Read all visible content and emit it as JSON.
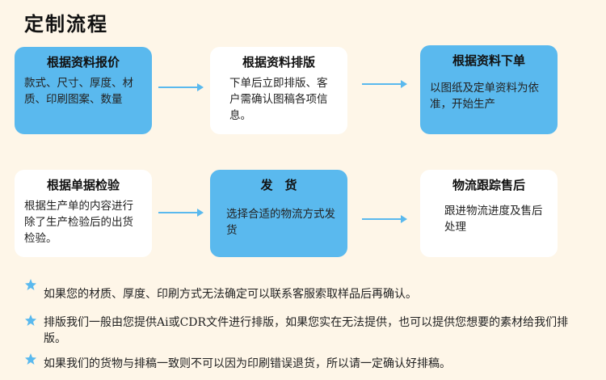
{
  "title": "定制流程",
  "steps": [
    {
      "heading": "根据资料报价",
      "body": "款式、尺寸、厚度、材质、印刷图案、数量"
    },
    {
      "heading": "根据资料排版",
      "body": "下单后立即排版、客户需确认图稿各项信息。"
    },
    {
      "heading": "根据资料下单",
      "body": "以图纸及定单资料为依准，开始生产"
    },
    {
      "heading": "根据单据检验",
      "body": "根据生产单的内容进行除了生产检验后的出货检验。"
    },
    {
      "heading": "发　货",
      "body": "选择合适的物流方式发货"
    },
    {
      "heading": "物流跟踪售后",
      "body": "跟进物流进度及售后处理"
    }
  ],
  "notes": [
    "如果您的材质、厚度、印刷方式无法确定可以联系客服索取样品后再确认。",
    "排版我们一般由您提供Ai或CDR文件进行排版，如果您实在无法提供，也可以提供您想要的素材给我们排版。",
    "如果我们的货物与排稿一致则不可以因为印刷错误退货，所以请一定确认好排稿。"
  ],
  "colors": {
    "accent": "#5ab9ee",
    "background": "#fef6e8",
    "box_white": "#ffffff"
  },
  "icons": {
    "note_marker": "puzzle-star-icon"
  }
}
